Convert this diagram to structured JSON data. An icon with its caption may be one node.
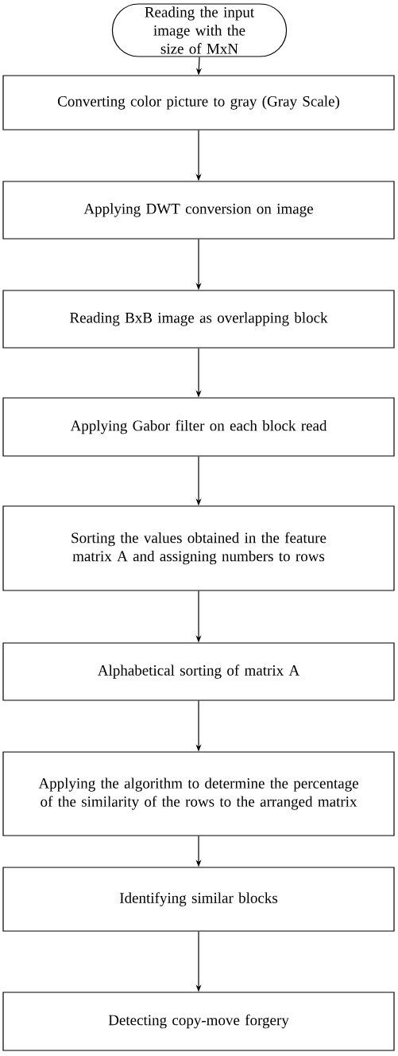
{
  "diagram": {
    "nodes": [
      {
        "text": [
          "Reading the input image with the size of MxN"
        ]
      },
      {
        "text": [
          "Converting color picture to gray (Gray Scale)"
        ]
      },
      {
        "text": [
          "Applying DWT conversion on image"
        ]
      },
      {
        "text": [
          "Reading BxB image as overlapping block"
        ]
      },
      {
        "text": [
          "Applying Gabor filter on each block read"
        ]
      },
      {
        "text": [
          "Sorting the values obtained in the feature matrix A and assigning numbers to rows"
        ]
      },
      {
        "text": [
          "Alphabetical sorting of matrix A"
        ]
      },
      {
        "text": [
          "Applying the algorithm to determine the percentage of the similarity of the rows to the arranged matrix"
        ]
      },
      {
        "text": [
          "Identifying similar blocks"
        ]
      },
      {
        "text": [
          "Detecting copy-move forgery"
        ]
      }
    ],
    "edges": [
      {
        "from": 0,
        "to": 1,
        "arrow": "to"
      },
      {
        "from": 1,
        "to": 2,
        "arrow": "to"
      },
      {
        "from": 2,
        "to": 3,
        "arrow": "to"
      },
      {
        "from": 3,
        "to": 4,
        "arrow": "to"
      },
      {
        "from": 4,
        "to": 5,
        "arrow": "to"
      },
      {
        "from": 5,
        "to": 6,
        "arrow": "to"
      },
      {
        "from": 6,
        "to": 7,
        "arrow": "to"
      },
      {
        "from": 7,
        "to": 8,
        "arrow": "to"
      },
      {
        "from": 8,
        "to": 9,
        "arrow": "to"
      }
    ]
  }
}
